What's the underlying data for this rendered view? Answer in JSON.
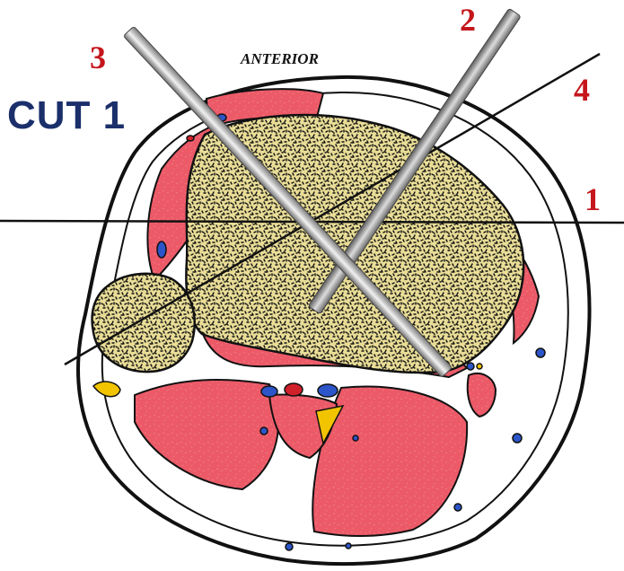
{
  "title": "CUT 1",
  "orientation_label": "ANTERIOR",
  "cut_numbers": {
    "n1": "1",
    "n2": "2",
    "n3": "3",
    "n4": "4"
  },
  "colors": {
    "title": "#1b2f6b",
    "numbers": "#c4161c",
    "muscle": "#e8505f",
    "bone_fill": "#efe09a",
    "vessel_blue": "#2b55c8",
    "vessel_red": "#d0202a",
    "nerve_yellow": "#f2c400"
  }
}
